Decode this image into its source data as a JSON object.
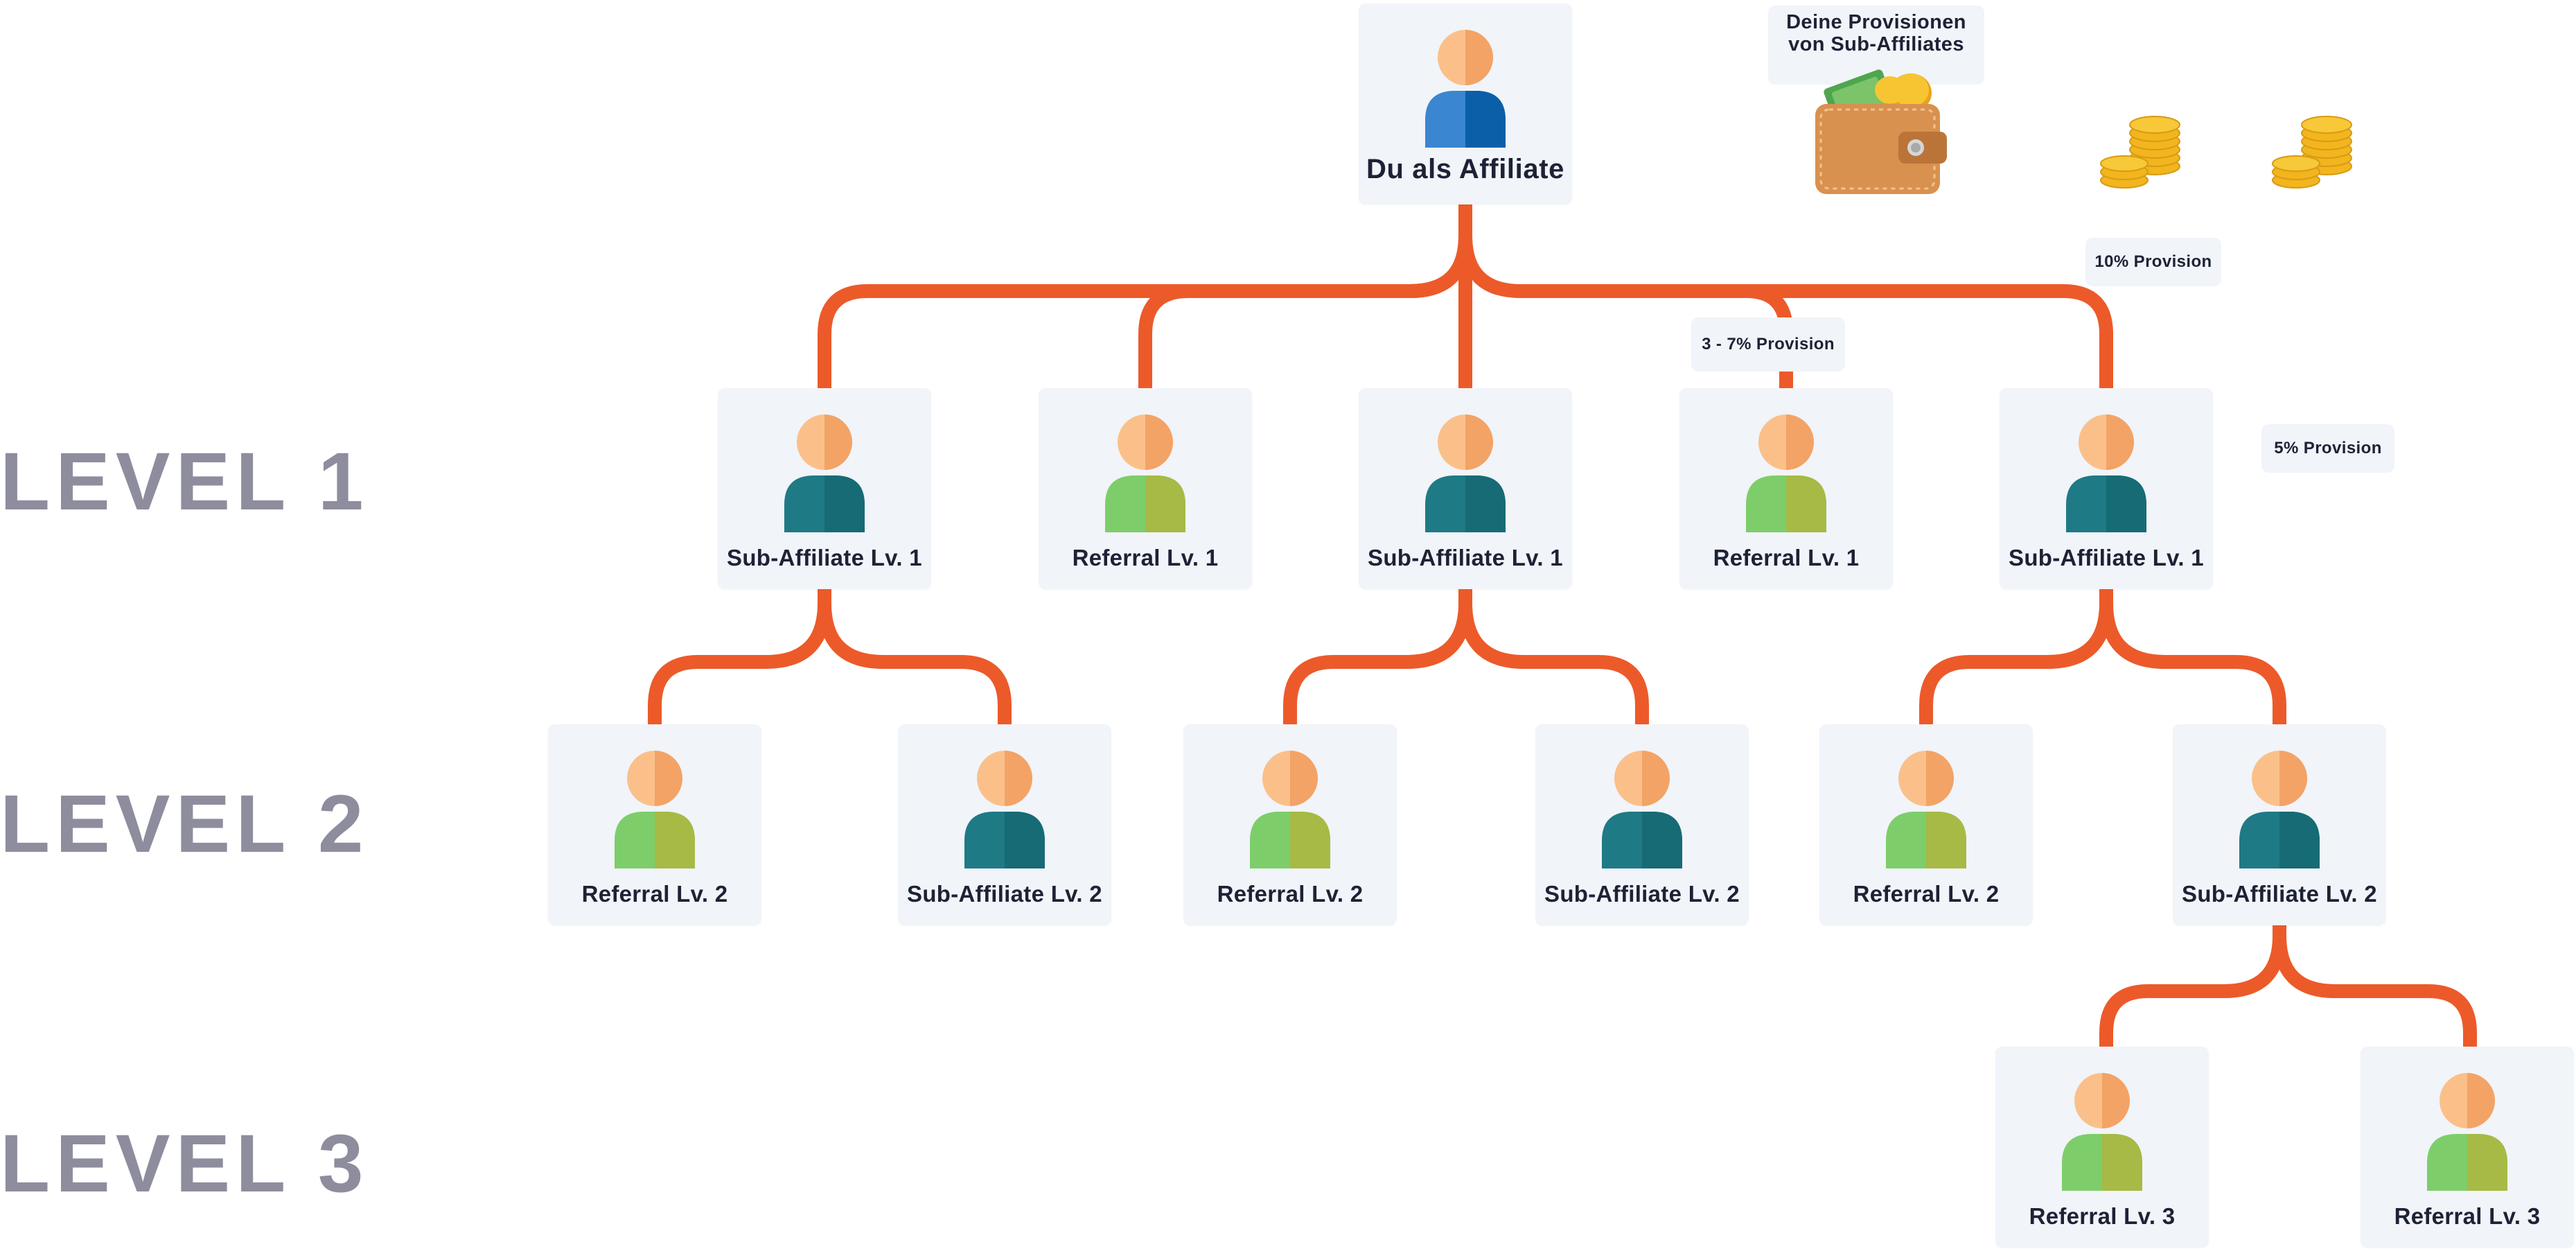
{
  "levels": {
    "level1": "LEVEL 1",
    "level2": "LEVEL 2",
    "level3": "LEVEL 3"
  },
  "root": {
    "label": "Du als Affiliate"
  },
  "level1_nodes": [
    {
      "label": "Sub-Affiliate Lv. 1",
      "kind": "sub-affiliate"
    },
    {
      "label": "Referral Lv. 1",
      "kind": "referral"
    },
    {
      "label": "Sub-Affiliate Lv. 1",
      "kind": "sub-affiliate"
    },
    {
      "label": "Referral Lv. 1",
      "kind": "referral"
    },
    {
      "label": "Sub-Affiliate Lv. 1",
      "kind": "sub-affiliate"
    }
  ],
  "level2_nodes": [
    {
      "label": "Referral Lv. 2",
      "kind": "referral"
    },
    {
      "label": "Sub-Affiliate Lv. 2",
      "kind": "sub-affiliate"
    },
    {
      "label": "Referral Lv. 2",
      "kind": "referral"
    },
    {
      "label": "Sub-Affiliate Lv. 2",
      "kind": "sub-affiliate"
    },
    {
      "label": "Referral Lv. 2",
      "kind": "referral"
    },
    {
      "label": "Sub-Affiliate Lv. 2",
      "kind": "sub-affiliate"
    }
  ],
  "level3_nodes": [
    {
      "label": "Referral Lv. 3",
      "kind": "referral"
    },
    {
      "label": "Referral Lv. 3",
      "kind": "referral"
    }
  ],
  "annotations": {
    "wallet_line1": "Deine Provisionen",
    "wallet_line2": "von Sub-Affiliates",
    "provision_ref": "3 - 7% Provision",
    "provision_lv1": "10% Provision",
    "provision_lv2": "5% Provision"
  },
  "icons": {
    "root": "affiliate-person-icon",
    "sub_affiliate": "sub-affiliate-person-icon",
    "referral": "referral-person-icon",
    "wallet": "wallet-icon",
    "coins": "coin-stack-icon"
  },
  "colors": {
    "connector": "#ec5a2a",
    "node_bg": "#f1f4f9",
    "label_text": "#1d2235",
    "level_text": "#8e8d9e",
    "head": "#f7a86c",
    "root_body": "#2c7bc4",
    "sub_affiliate_body": "#1e7a85",
    "referral_body": "#7ccb6a"
  }
}
